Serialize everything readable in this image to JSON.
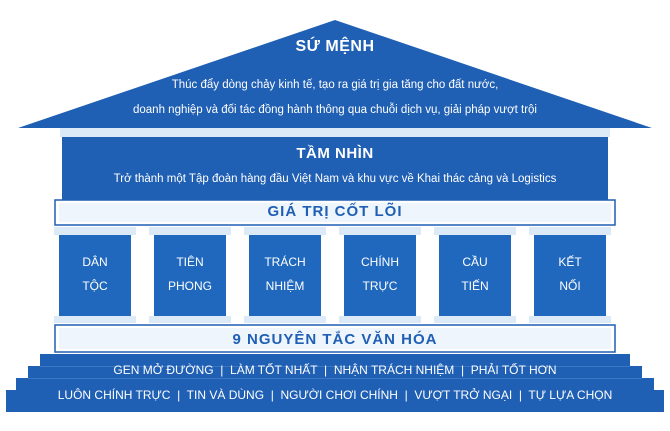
{
  "colors": {
    "primary_blue": "#1f5fb4",
    "pillar_blue": "#2068bd",
    "pale_band": "#dce9f6",
    "white": "#ffffff"
  },
  "mission": {
    "title": "SỨ MỆNH",
    "line1": "Thúc đẩy dòng chảy kinh tế, tạo ra giá trị gia tăng cho đất nước,",
    "line2": "doanh nghiệp và đối tác đồng hành thông qua chuỗi dịch vụ, giải pháp vượt trội"
  },
  "vision": {
    "title": "TẦM NHÌN",
    "text": "Trở thành một Tập đoàn hàng đầu Việt Nam và khu vực về Khai thác cảng  và Logistics"
  },
  "core_values": {
    "title": "GIÁ TRỊ CỐT LÕI",
    "pillars": [
      {
        "line1": "DÂN",
        "line2": "TỘC"
      },
      {
        "line1": "TIÊN",
        "line2": "PHONG"
      },
      {
        "line1": "TRÁCH",
        "line2": "NHIỆM"
      },
      {
        "line1": "CHÍNH",
        "line2": "TRỰC"
      },
      {
        "line1": "CẦU",
        "line2": "TIẾN"
      },
      {
        "line1": "KẾT",
        "line2": "NỐI"
      }
    ]
  },
  "culture": {
    "title": "9 NGUYÊN TẮC VĂN HÓA",
    "line1": "GEN MỞ ĐƯỜNG  |  LÀM TỐT NHẤT  |  NHẬN TRÁCH NHIỆM  |  PHẢI TỐT HƠN",
    "line2": "LUÔN CHÍNH TRỰC  |  TIN VÀ DÙNG  |  NGƯỜI CHƠI CHÍNH  |  VƯỢT TRỞ NGẠI  |  TỰ LỰA CHỌN"
  }
}
